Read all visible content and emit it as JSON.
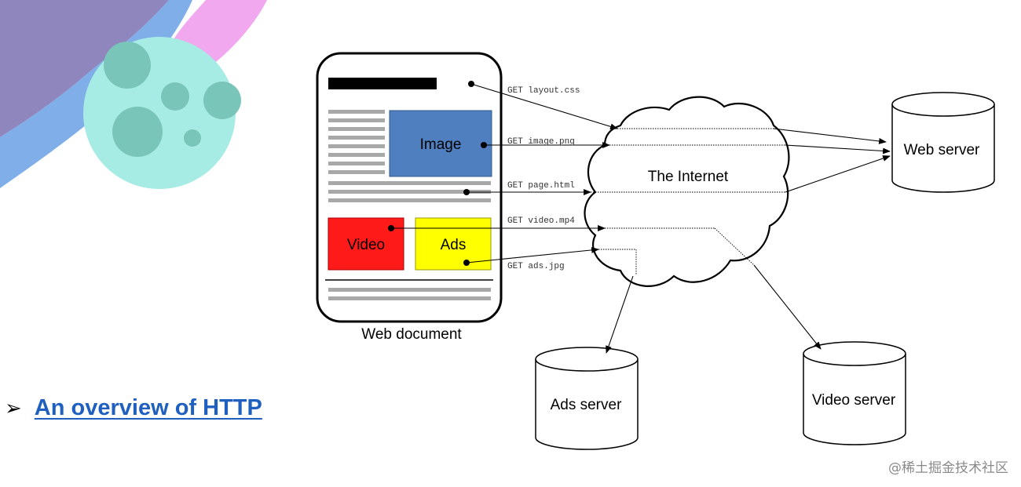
{
  "decoration": {
    "colors": {
      "purple_band": "#8e86bd",
      "blue_band": "#7faee8",
      "pink_band": "#f1a8ee",
      "planet": "#a6ece4",
      "craters": "#79c5ba"
    }
  },
  "diagram": {
    "web_document_label": "Web document",
    "image_block": "Image",
    "video_block": "Video",
    "ads_block": "Ads",
    "internet_label": "The Internet",
    "requests": [
      "GET layout.css",
      "GET image.png",
      "GET page.html",
      "GET video.mp4",
      "GET ads.jpg"
    ],
    "servers": {
      "web": "Web server",
      "ads": "Ads server",
      "video": "Video server"
    },
    "colors": {
      "image": "#4f7fbf",
      "video": "#ff1a1a",
      "ads": "#ffff00",
      "text_lines": "#a8a8a8"
    }
  },
  "link": {
    "bullet": "➢",
    "text": "An overview of HTTP"
  },
  "watermark": "@稀土掘金技术社区"
}
